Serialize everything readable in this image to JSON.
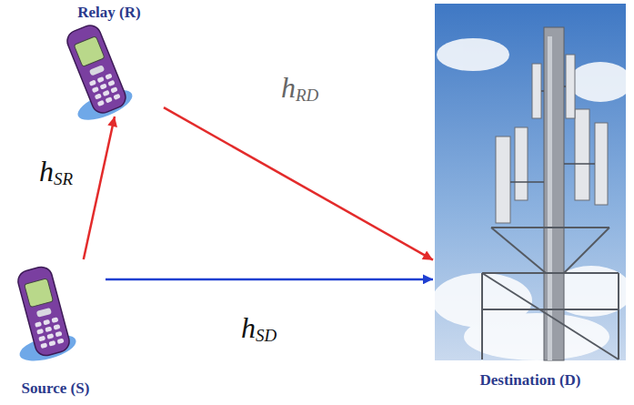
{
  "diagram": {
    "nodes": [
      {
        "text": [
          "Relay (R)"
        ]
      },
      {
        "text": [
          "Source (S)"
        ]
      },
      {
        "text": [
          "Destination (D)"
        ]
      }
    ],
    "edges": [
      {
        "from": 1,
        "to": 0,
        "arrow": "to",
        "label": "hSR"
      },
      {
        "from": 0,
        "to": 2,
        "arrow": "to",
        "label": "hRD"
      },
      {
        "from": 1,
        "to": 2,
        "arrow": "to",
        "label": "hSD"
      }
    ]
  }
}
